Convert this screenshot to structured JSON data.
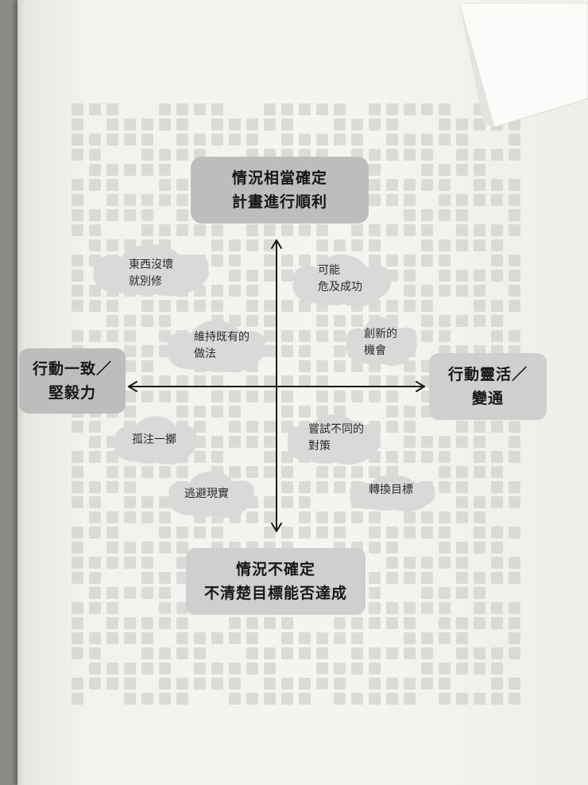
{
  "quadrant_diagram": {
    "top_box": {
      "lines": [
        "情況相當確定",
        "計畫進行順利"
      ]
    },
    "bottom_box": {
      "lines": [
        "情況不確定",
        "不清楚目標能否達成"
      ]
    },
    "left_box": {
      "lines": [
        "行動一致／",
        "堅毅力"
      ]
    },
    "right_box": {
      "lines": [
        "行動靈活／",
        "變通"
      ]
    },
    "clouds": [
      {
        "id": "dont-fix",
        "lines": [
          "東西沒壞",
          "就別修"
        ]
      },
      {
        "id": "maybe-success",
        "lines": [
          "可能",
          "危及成功"
        ]
      },
      {
        "id": "keep-methods",
        "lines": [
          "維持既有的",
          "做法"
        ]
      },
      {
        "id": "new-opportunity",
        "lines": [
          "創新的",
          "機會"
        ]
      },
      {
        "id": "all-in",
        "lines": [
          "孤注一擲"
        ]
      },
      {
        "id": "try-different",
        "lines": [
          "嘗試不同的",
          "對策"
        ]
      },
      {
        "id": "escape-reality",
        "lines": [
          "逃避現實"
        ]
      },
      {
        "id": "change-target",
        "lines": [
          "轉換目標"
        ]
      }
    ]
  },
  "colors": {
    "page": "#f4f3ef",
    "box_dark": "#bdbdbd",
    "box_light": "#cfcfcf",
    "cloud": "#d9d9d9",
    "arrow": "#1a1a1a"
  }
}
